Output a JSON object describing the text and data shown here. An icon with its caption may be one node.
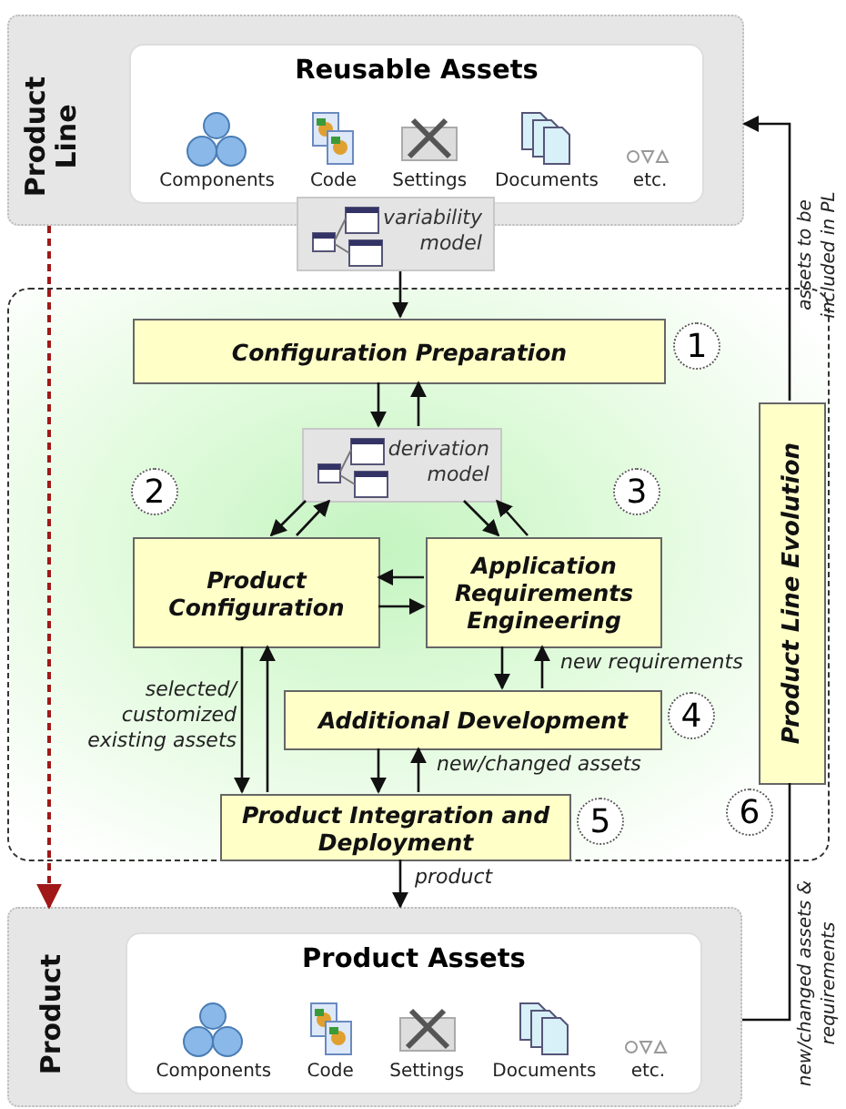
{
  "diagram": {
    "nodes": [
      {
        "text": [
          "Product Line"
        ]
      },
      {
        "text": [
          "Reusable Assets"
        ],
        "in": 0
      },
      {
        "text": [
          "variability model"
        ]
      },
      {
        "text": [],
        "shape": "box"
      },
      {
        "text": [
          "Configuration Preparation"
        ],
        "in": 3,
        "beside": [
          "1"
        ]
      },
      {
        "text": [
          "derivation model"
        ],
        "in": 3
      },
      {
        "text": [
          "Product Configuration"
        ],
        "in": 3,
        "beside": [
          "2"
        ]
      },
      {
        "text": [
          "Application Requirements Engineering"
        ],
        "in": 3,
        "beside": [
          "3"
        ]
      },
      {
        "text": [
          "Additional Development"
        ],
        "in": 3,
        "beside": [
          "4"
        ]
      },
      {
        "text": [
          "Product Integration and Deployment"
        ],
        "in": 3,
        "beside": [
          "5"
        ]
      },
      {
        "text": [
          "Product Line Evolution"
        ],
        "in": 3,
        "beside": [
          "6"
        ]
      },
      {
        "text": [
          "Product"
        ]
      },
      {
        "text": [
          "Product Assets"
        ],
        "in": 11
      }
    ],
    "edges": [
      {
        "from": 2,
        "to": 4,
        "arrow": "to"
      },
      {
        "from": 4,
        "to": 5,
        "arrow": "to"
      },
      {
        "from": 5,
        "to": 4,
        "arrow": "to"
      },
      {
        "from": 5,
        "to": 6,
        "arrow": "to"
      },
      {
        "from": 6,
        "to": 5,
        "arrow": "to"
      },
      {
        "from": 5,
        "to": 7,
        "arrow": "to"
      },
      {
        "from": 7,
        "to": 5,
        "arrow": "to"
      },
      {
        "from": 7,
        "to": 6,
        "arrow": "to"
      },
      {
        "from": 6,
        "to": 7,
        "arrow": "to"
      },
      {
        "from": 7,
        "to": 8,
        "arrow": "to"
      },
      {
        "from": 8,
        "to": 7,
        "arrow": "to",
        "label": "new requirements"
      },
      {
        "from": 6,
        "to": 9,
        "arrow": "to",
        "label": "selected/ customized existing assets"
      },
      {
        "from": 9,
        "to": 6,
        "arrow": "to"
      },
      {
        "from": 8,
        "to": 9,
        "arrow": "to"
      },
      {
        "from": 9,
        "to": 8,
        "arrow": "to",
        "label": "new/changed assets"
      },
      {
        "from": 9,
        "to": 11,
        "arrow": "to",
        "label": "product"
      },
      {
        "from": 11,
        "to": 10,
        "arrow": "none",
        "label": "new/changed assets & requirements"
      },
      {
        "from": 10,
        "to": 0,
        "arrow": "to",
        "label": "assets to be included in PL"
      },
      {
        "from": 0,
        "to": 11,
        "arrow": "to",
        "style": "dashed",
        "color": "#a01818"
      }
    ],
    "labels": [
      "Components",
      "Code",
      "Settings",
      "Documents",
      "etc.",
      "Components",
      "Code",
      "Settings",
      "Documents",
      "etc."
    ]
  }
}
